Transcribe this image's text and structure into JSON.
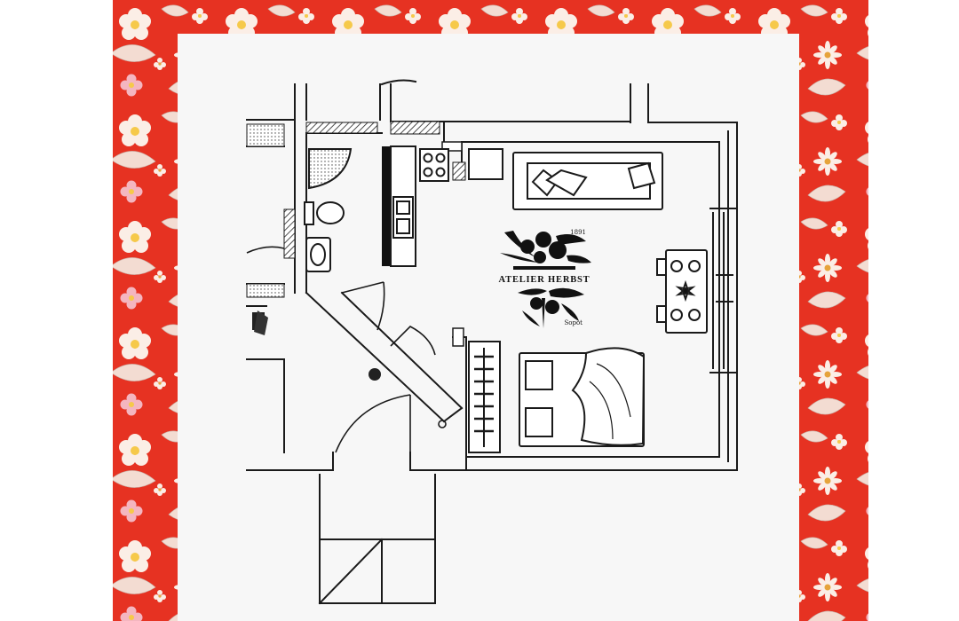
{
  "logo": {
    "brand": "ATELIER HERBST",
    "year": "1891",
    "city": "Sopot",
    "icon": "floral-bouquet-icon"
  },
  "colors": {
    "frame_red": "#e63222",
    "flower_white": "#fbeee6",
    "flower_pink": "#f4b6c0",
    "flower_yellow": "#f6c94a",
    "leaf_pale": "#f3dcd2",
    "plan_line": "#1a1a1a",
    "paper": "#f7f7f7"
  },
  "icons": [
    "corner-shower-icon",
    "toilet-icon",
    "washbasin-icon",
    "stove-icon",
    "sink-icon",
    "sofa-icon",
    "cushion-icon",
    "dining-table-icon",
    "chair-icon",
    "double-bed-icon",
    "pillow-icon",
    "wardrobe-icon",
    "door-swing-icon",
    "plant-icon"
  ]
}
